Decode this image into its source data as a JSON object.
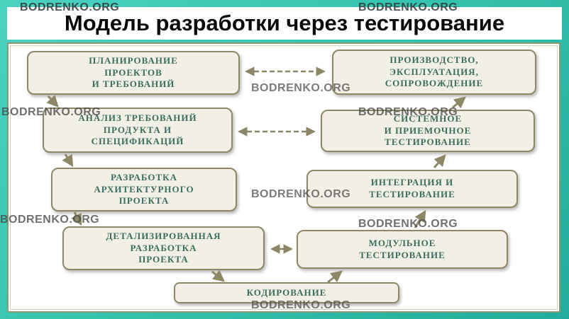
{
  "title": "Модель разработки через тестирование",
  "watermark": "BODRENKO.ORG",
  "colors": {
    "background_teal": "#35c4b0",
    "box_fill": "#f2efe6",
    "box_border": "#8c8867",
    "box_text": "#3b6e5f",
    "arrow": "#8c8867",
    "title_text": "#0a0a0a"
  },
  "diagram": {
    "left_column": [
      {
        "label": "ПЛАНИРОВАНИЕ\nПРОЕКТОВ\nИ ТРЕБОВАНИЙ"
      },
      {
        "label": "АНАЛИЗ ТРЕБОВАНИЙ\nПРОДУКТА И\nСПЕЦИФИКАЦИЙ"
      },
      {
        "label": "РАЗРАБОТКА\nАРХИТЕКТУРНОГО\nПРОЕКТА"
      },
      {
        "label": "ДЕТАЛИЗИРОВАННАЯ\nРАЗРАБОТКА\nПРОЕКТА"
      }
    ],
    "right_column": [
      {
        "label": "ПРОИЗВОДСТВО,\nЭКСПЛУАТАЦИЯ,\nСОПРОВОЖДЕНИЕ"
      },
      {
        "label": "СИСТЕМНОЕ\nИ ПРИЕМОЧНОЕ\nТЕСТИРОВАНИЕ"
      },
      {
        "label": "ИНТЕГРАЦИЯ И\nТЕСТИРОВАНИЕ"
      },
      {
        "label": "МОДУЛЬНОЕ\nТЕСТИРОВАНИЕ"
      }
    ],
    "bottom": {
      "label": "КОДИРОВАНИЕ"
    }
  }
}
